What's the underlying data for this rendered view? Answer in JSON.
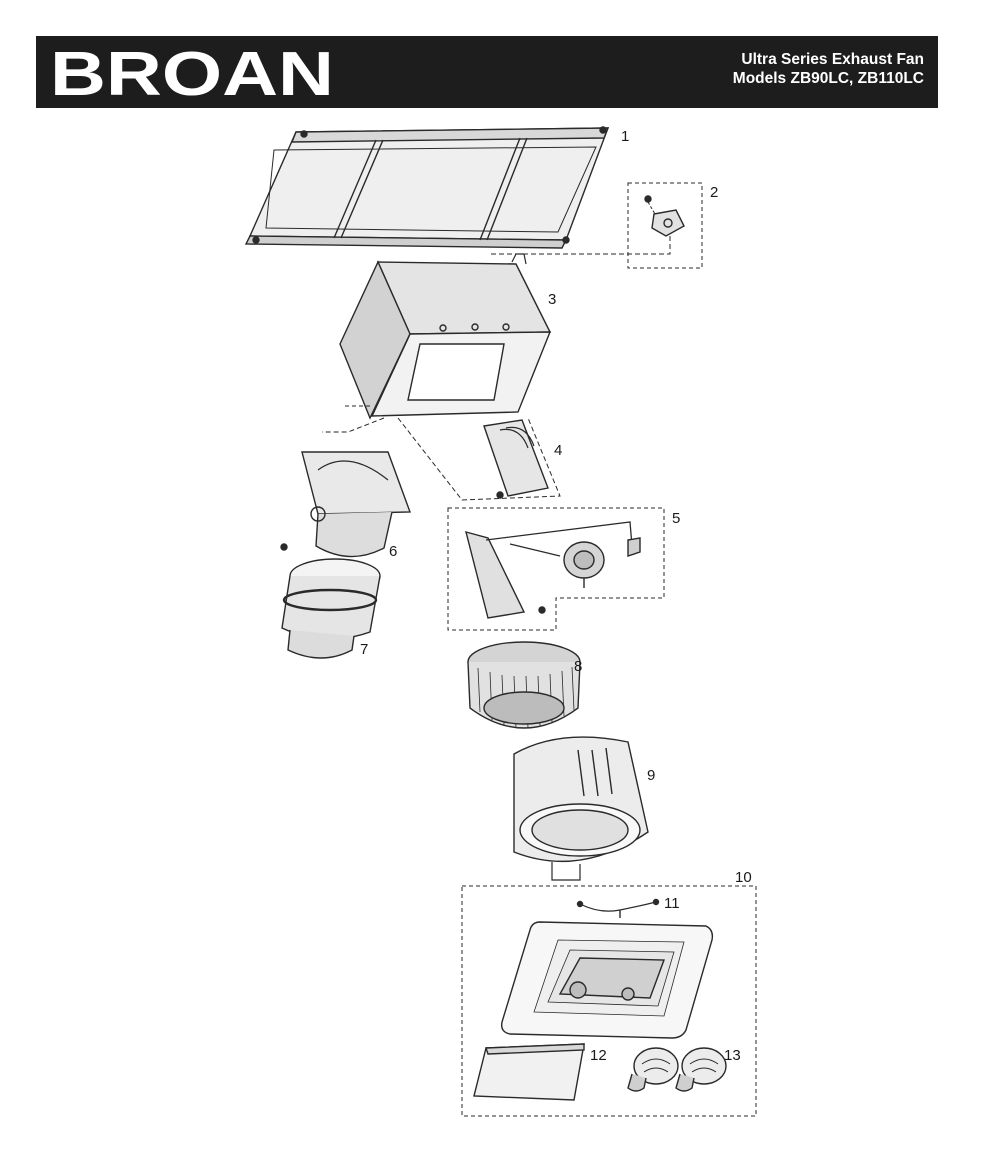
{
  "header": {
    "brand": "BROAN",
    "product_line": "Ultra Series Exhaust Fan",
    "models": "Models ZB90LC, ZB110LC"
  },
  "callouts": [
    "1",
    "2",
    "3",
    "4",
    "5",
    "6",
    "7",
    "8",
    "9",
    "10",
    "11",
    "12",
    "13"
  ],
  "colors": {
    "header_bg": "#1d1d1d",
    "line": "#2a2a2a",
    "part_fill": "#e8e8e8",
    "part_shade": "#c9c9c9"
  }
}
